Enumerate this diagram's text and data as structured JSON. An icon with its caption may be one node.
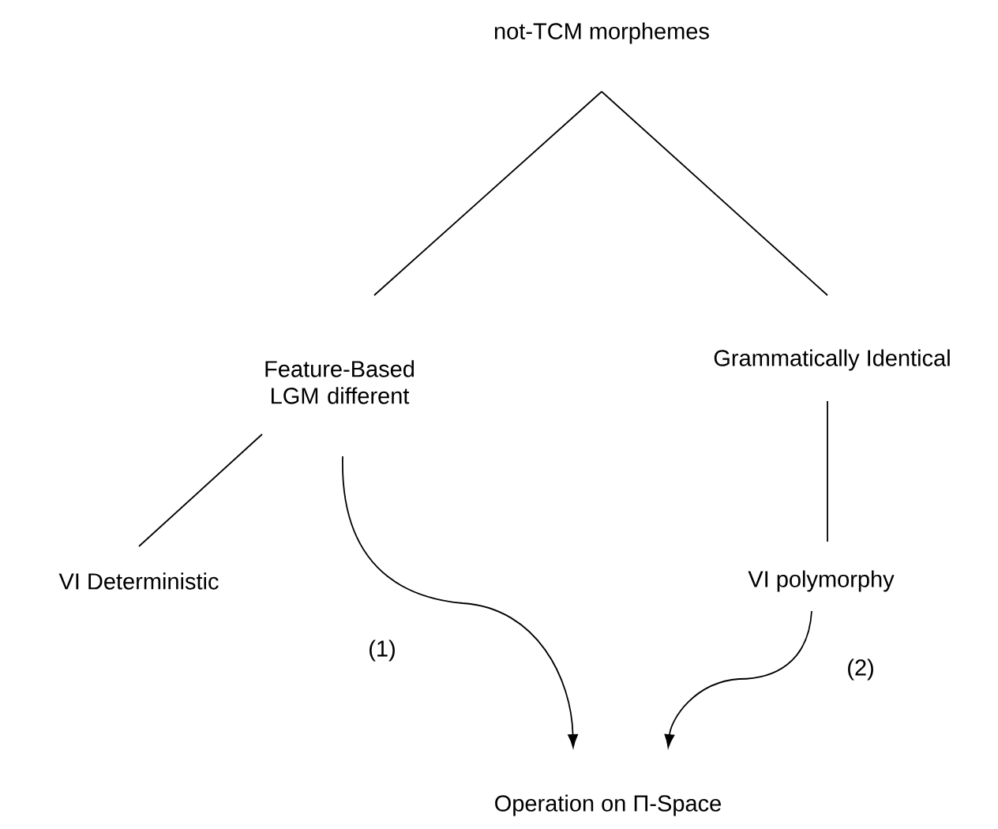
{
  "diagram": {
    "nodes": [
      {
        "text": [
          "not-TCM morphemes"
        ]
      },
      {
        "text": [
          "Feature-Based LGM different"
        ]
      },
      {
        "text": [
          "Grammatically Identical"
        ]
      },
      {
        "text": [
          "VI Deterministic"
        ]
      },
      {
        "text": [
          "VI polymorphy"
        ]
      },
      {
        "text": [
          "Operation on Π-Space"
        ]
      }
    ],
    "edges": [
      {
        "from": 0,
        "to": 1,
        "arrow": "none"
      },
      {
        "from": 0,
        "to": 2,
        "arrow": "none"
      },
      {
        "from": 1,
        "to": 3,
        "arrow": "none"
      },
      {
        "from": 1,
        "to": 5,
        "arrow": "to",
        "label": "(1)"
      },
      {
        "from": 2,
        "to": 4,
        "arrow": "none"
      },
      {
        "from": 4,
        "to": 5,
        "arrow": "to",
        "label": "(2)"
      }
    ]
  }
}
